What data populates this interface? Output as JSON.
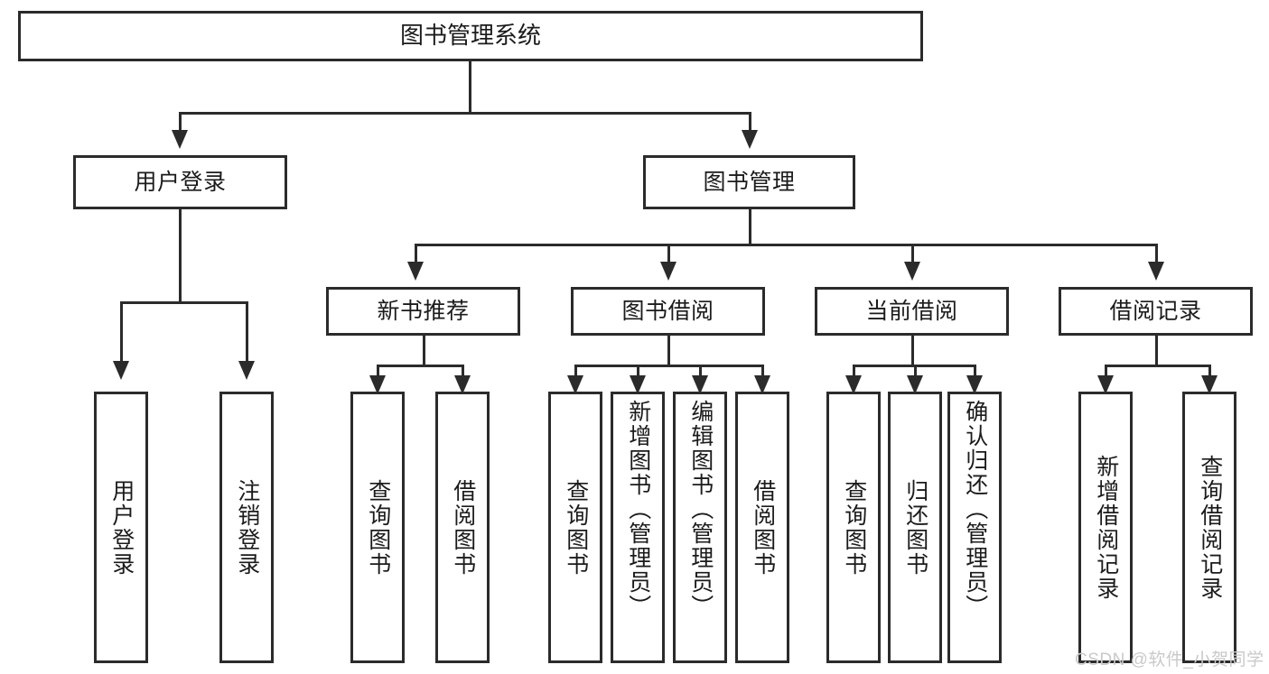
{
  "diagram": {
    "title": "图书管理系统",
    "type": "hierarchy-tree",
    "colors": {
      "stroke": "#2b2b2b",
      "fill": "#ffffff",
      "text": "#1b1b1b",
      "watermark": "#c9c9c9"
    },
    "levels": {
      "root": {
        "label": "图书管理系统"
      },
      "level2": [
        {
          "label": "用户登录"
        },
        {
          "label": "图书管理"
        }
      ],
      "level3": [
        {
          "label": "新书推荐"
        },
        {
          "label": "图书借阅"
        },
        {
          "label": "当前借阅"
        },
        {
          "label": "借阅记录"
        }
      ],
      "leaves": {
        "user_login": [
          {
            "label": "用户登录"
          },
          {
            "label": "注销登录"
          }
        ],
        "new_book": [
          {
            "label": "查询图书"
          },
          {
            "label": "借阅图书"
          }
        ],
        "book_borrow": [
          {
            "label": "查询图书"
          },
          {
            "label": "新增图书（管理员）"
          },
          {
            "label": "编辑图书（管理员）"
          },
          {
            "label": "借阅图书"
          }
        ],
        "current_borrow": [
          {
            "label": "查询图书"
          },
          {
            "label": "归还图书"
          },
          {
            "label": "确认归还（管理员）"
          }
        ],
        "borrow_record": [
          {
            "label": "新增借阅记录"
          },
          {
            "label": "查询借阅记录"
          }
        ]
      }
    },
    "watermark": "CSDN @软件_小贺同学"
  }
}
